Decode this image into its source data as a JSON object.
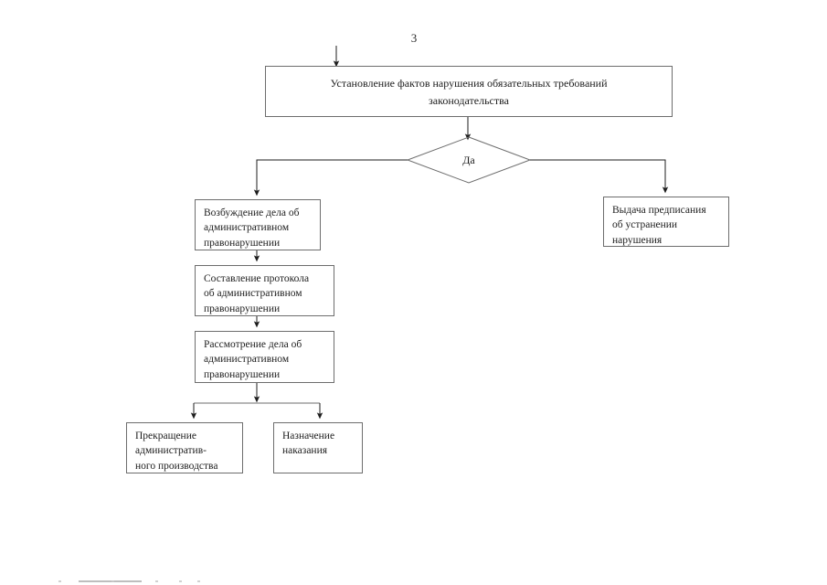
{
  "document": {
    "page_number": "3",
    "language": "ru"
  },
  "diagram": {
    "type": "flowchart",
    "title": "",
    "nodes": [
      {
        "id": "start",
        "shape": "rectangle",
        "label": "Установление фактов нарушения обязательных требований\nзаконодательства",
        "align": "center"
      },
      {
        "id": "decision",
        "shape": "diamond",
        "label": "Да",
        "align": "center"
      },
      {
        "id": "case_init",
        "shape": "rectangle",
        "label": "Возбуждение дела об\nадминистративном\nправонарушении",
        "align": "left"
      },
      {
        "id": "protocol",
        "shape": "rectangle",
        "label": "Составление протокола\nоб административном\nправонарушении",
        "align": "left"
      },
      {
        "id": "review",
        "shape": "rectangle",
        "label": "Рассмотрение дела об\nадминистративном\nправонарушении",
        "align": "left"
      },
      {
        "id": "terminate",
        "shape": "rectangle",
        "label": "Прекращение\nадминистратив-\nного производства",
        "align": "left"
      },
      {
        "id": "penalty",
        "shape": "rectangle",
        "label": "Назначение\nнаказания",
        "align": "left"
      },
      {
        "id": "order",
        "shape": "rectangle",
        "label": "Выдача предписания\nоб устранении\nнарушения",
        "align": "left"
      }
    ],
    "edges": [
      {
        "from": "entry",
        "to": "start",
        "style": "arrow"
      },
      {
        "from": "start",
        "to": "decision",
        "style": "arrow"
      },
      {
        "from": "decision",
        "to": "case_init",
        "style": "elbow-arrow"
      },
      {
        "from": "decision",
        "to": "order",
        "style": "elbow-arrow"
      },
      {
        "from": "case_init",
        "to": "protocol",
        "style": "arrow"
      },
      {
        "from": "protocol",
        "to": "review",
        "style": "arrow"
      },
      {
        "from": "review",
        "to": "split",
        "style": "arrow"
      },
      {
        "from": "split",
        "to": "terminate",
        "style": "elbow-arrow"
      },
      {
        "from": "split",
        "to": "penalty",
        "style": "elbow-arrow"
      }
    ]
  },
  "style": {
    "line_color": "#6d6d6d",
    "text_color": "#1d1d1d",
    "background": "#ffffff",
    "artifact_color": "#a8a8a8"
  }
}
